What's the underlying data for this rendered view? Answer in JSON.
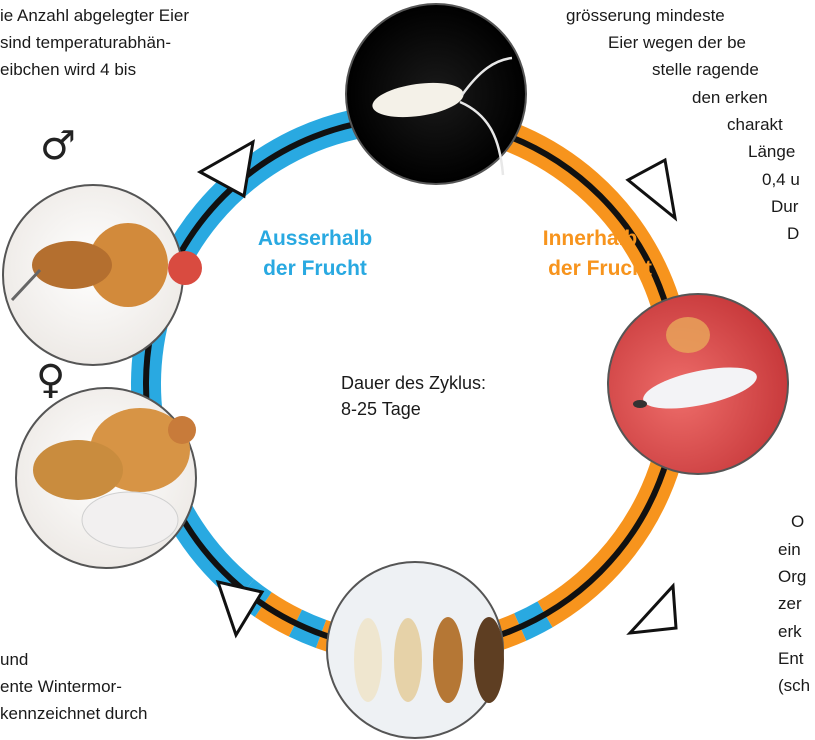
{
  "colors": {
    "outside": "#29a9e1",
    "inside": "#f7941d",
    "track": "#111111"
  },
  "labels": {
    "outside_l1": "Ausserhalb",
    "outside_l2": "der Frucht",
    "inside_l1": "Innerhalb",
    "inside_l2": "der Frucht",
    "cycle_l1": "Dauer des Zyklus:",
    "cycle_l2": "8-25 Tage"
  },
  "symbols": {
    "male": "♂",
    "female": "♀"
  },
  "text_left_top": [
    "ie Anzahl abgelegter Eier",
    "sind temperaturabhän-",
    "eibchen wird 4 bis"
  ],
  "text_right_top": [
    "grösserung mindeste",
    "Eier wegen der be",
    "stelle ragende",
    "den erken",
    "charakt",
    "Länge",
    "0,4 u",
    "Dur",
    "D"
  ],
  "text_right_bottom": [
    "O",
    "ein",
    "Org",
    "zer",
    "erk",
    "Ent",
    "(sch"
  ],
  "text_left_bottom": [
    "und",
    "ente Wintermor-",
    "kennzeichnet durch"
  ]
}
